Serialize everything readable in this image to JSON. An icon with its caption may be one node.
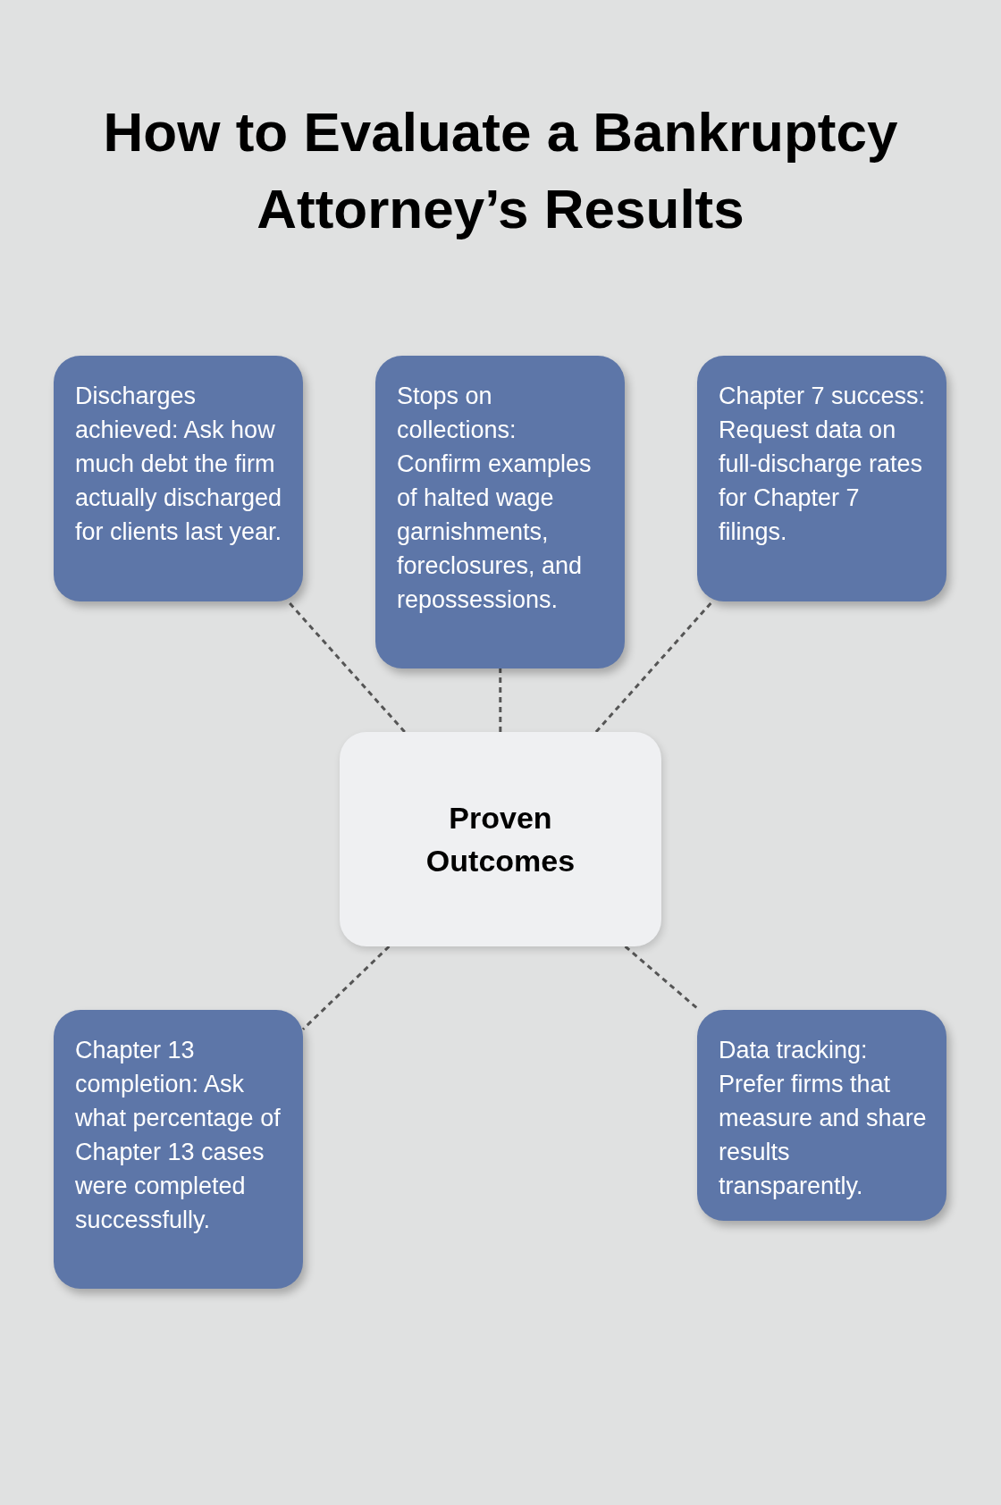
{
  "diagram": {
    "title": "How to Evaluate a Bankruptcy Attorney’s Results",
    "nodes": [
      {
        "text": [
          "Discharges achieved: Ask how much debt the firm actually discharged for clients last year."
        ]
      },
      {
        "text": [
          "Stops on collections: Confirm examples of halted wage garnishments, foreclosures, and repossessions."
        ]
      },
      {
        "text": [
          "Chapter 7 success: Request data on full-discharge rates for Chapter 7 filings."
        ]
      },
      {
        "text": [
          "Proven Outcomes"
        ]
      },
      {
        "text": [
          "Chapter 13 completion: Ask what percentage of Chapter 13 cases were completed successfully."
        ]
      },
      {
        "text": [
          "Data tracking: Prefer firms that measure and share results transparently."
        ]
      }
    ],
    "edges": [
      {
        "from": 3,
        "to": 0,
        "arrow": "none",
        "style": "dashed"
      },
      {
        "from": 3,
        "to": 1,
        "arrow": "none",
        "style": "dashed"
      },
      {
        "from": 3,
        "to": 2,
        "arrow": "none",
        "style": "dashed"
      },
      {
        "from": 3,
        "to": 4,
        "arrow": "none",
        "style": "dashed"
      },
      {
        "from": 3,
        "to": 5,
        "arrow": "none",
        "style": "dashed"
      }
    ]
  }
}
